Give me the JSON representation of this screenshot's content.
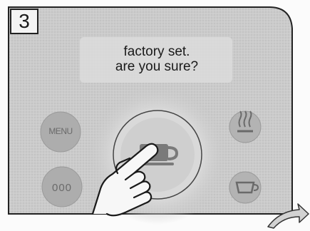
{
  "step": {
    "number": "3"
  },
  "display": {
    "line1": "factory set.",
    "line2": "are you sure?"
  },
  "buttons": {
    "menu_label": "MENU",
    "dots_label": "000"
  },
  "icons": {
    "center": "cup-icon",
    "top_right": "steam-icon",
    "bottom_right": "hot-water-icon",
    "pointer": "pointing-hand-icon",
    "next": "curved-arrow-right-icon"
  },
  "colors": {
    "panel": "#c9c9c9",
    "button": "#a9a9a9",
    "outline": "#222222"
  }
}
